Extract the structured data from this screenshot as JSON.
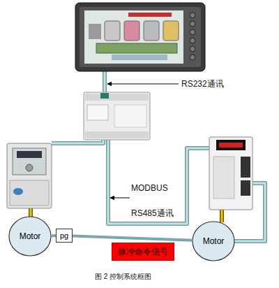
{
  "diagram": {
    "caption": "图 2 控制系统框图",
    "nodes": [
      {
        "text": [
          "Motor"
        ]
      },
      {
        "text": [
          "pg"
        ]
      },
      {
        "text": [
          "Motor"
        ]
      },
      {
        "text": [
          "脉冲命令信号"
        ]
      }
    ],
    "edges": [
      {
        "from": 0,
        "to": 1,
        "arrow": "none"
      },
      {
        "from": 1,
        "to": 2,
        "arrow": "none"
      }
    ],
    "labels": [
      "RS232通讯",
      "MODBUS",
      "RS485通讯"
    ]
  }
}
